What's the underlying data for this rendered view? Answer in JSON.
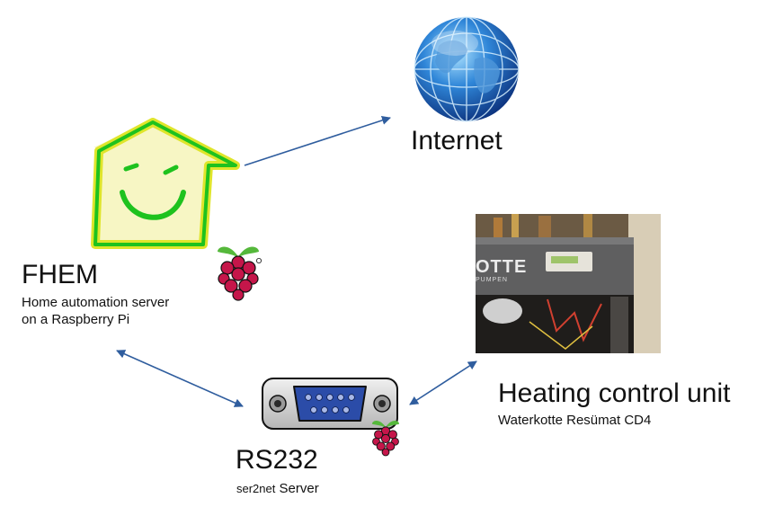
{
  "fhem": {
    "title": "FHEM",
    "subtitle_line1": "Home automation server",
    "subtitle_line2": "on a Raspberry Pi"
  },
  "internet": {
    "title": "Internet"
  },
  "heating": {
    "title": "Heating control unit",
    "subtitle": "Waterkotte Resümat CD4",
    "photo_brand_text": "OTTE",
    "photo_sub_text": "PUMPEN"
  },
  "rs232": {
    "title": "RS232",
    "subtitle_prefix": "ser2net",
    "subtitle_suffix": "Server"
  },
  "colors": {
    "arrow": "#2f5d9e",
    "house_fill": "#f7f6c4",
    "house_outer": "#dfe52b",
    "house_inner": "#1ec21e",
    "raspberry": "#c5164a",
    "leaf": "#55b83b"
  },
  "icons": [
    "globe-icon",
    "fhem-house-icon",
    "raspberry-pi-icon",
    "db9-connector-icon"
  ]
}
